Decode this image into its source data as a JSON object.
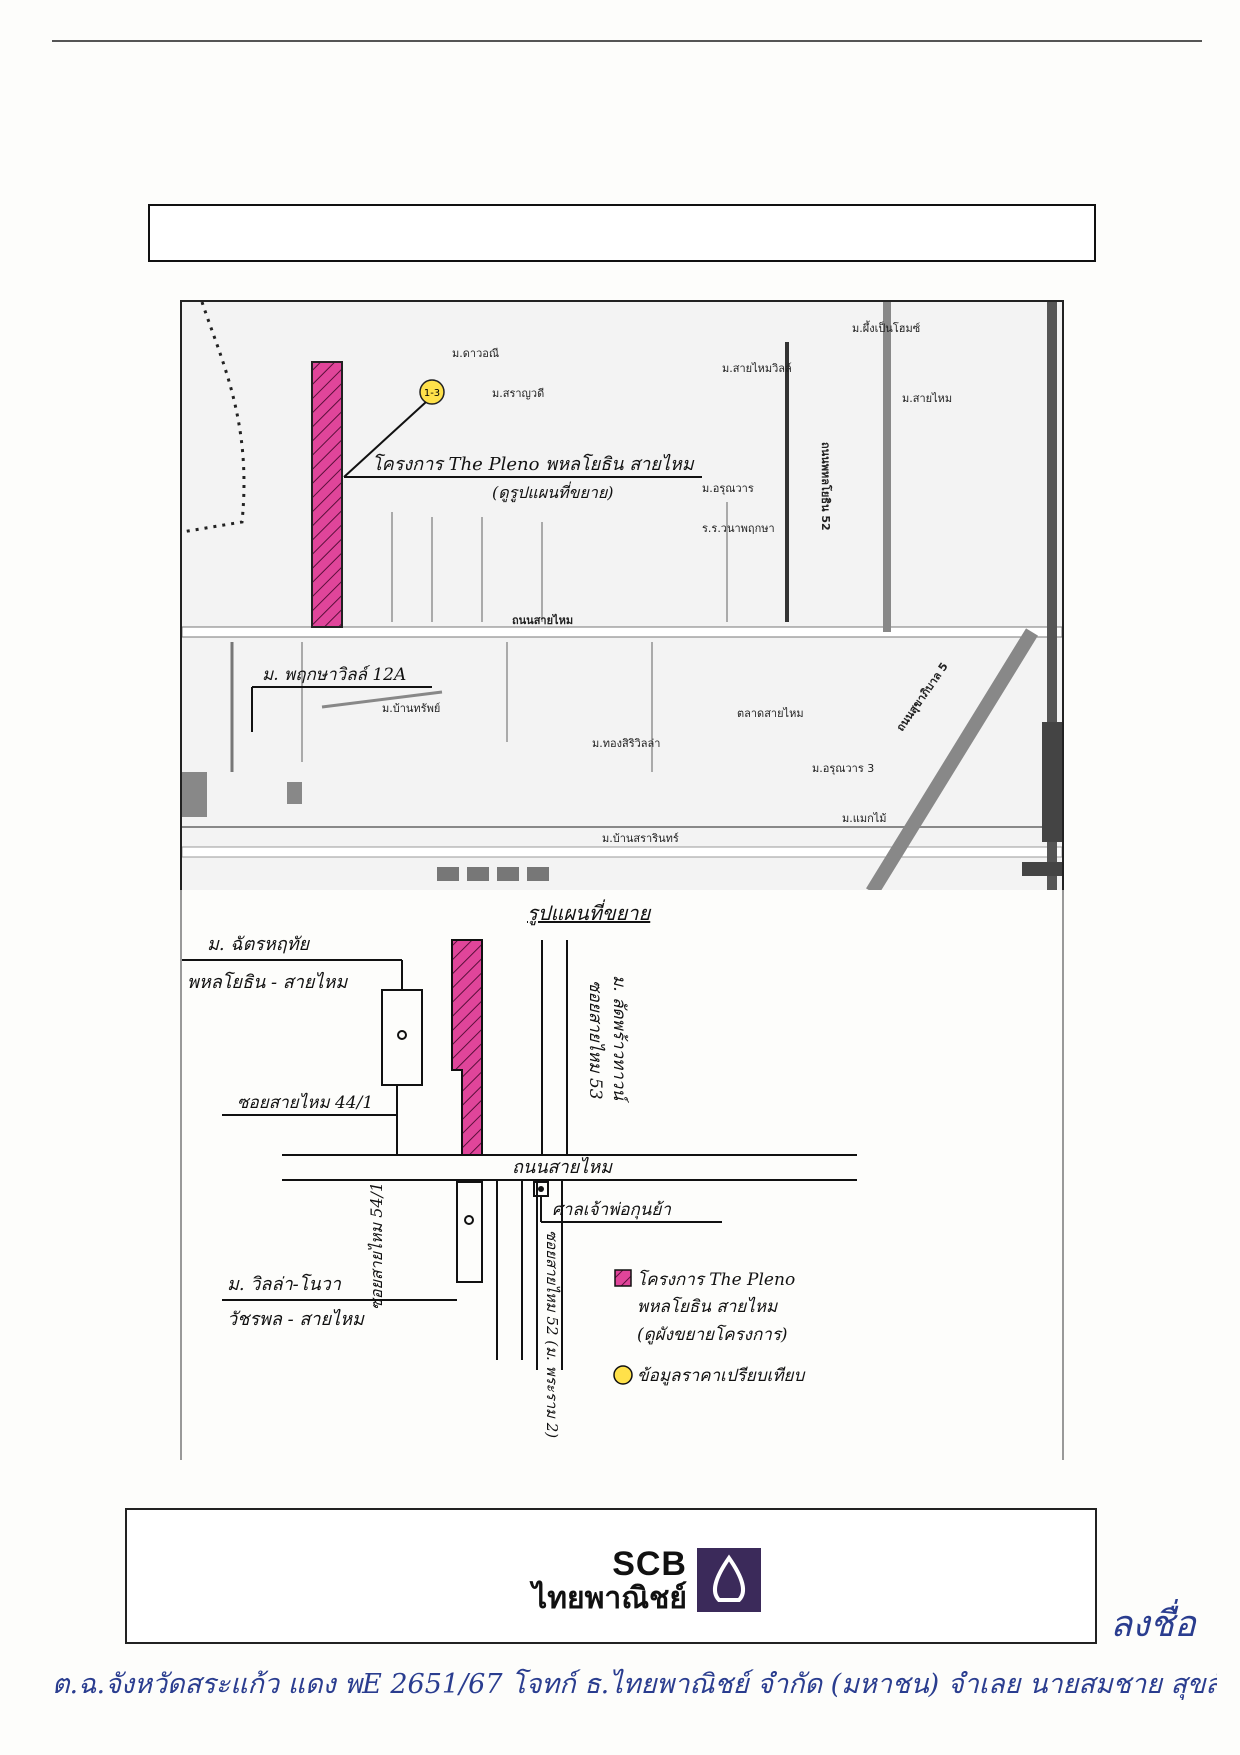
{
  "map": {
    "callout_title": "โครงการ The Pleno พหลโยธิน สายไหม",
    "callout_sub": "(ดูรูปแผนที่ขยาย)",
    "comparable_marker": "1-3",
    "road_main": "ถนนสายไหม",
    "road_right": "ถนนพหลโยธิน 52",
    "road_diag": "ถนนสุขาภิบาล 5",
    "lower_soi": "ม. พฤกษาวิลล์ 12A",
    "places": [
      "ม.ดาวอณี",
      "ม.สราญวดี",
      "ม.สายไหมวิลล์",
      "ม.ผึ้งเป็นโฮมซ์",
      "ม.สายไหม",
      "ม.อรุณวาร",
      "ร.ร.วนาพฤกษา",
      "ม.บ้านทรัพย์",
      "ม.ทองสิริวิลล่า",
      "ตลาดสายไหม",
      "ม.อรุณวาร 3",
      "ม.แมกไม้",
      "ม.บ้านสรารินทร์"
    ]
  },
  "sketch": {
    "title": "รูปแผนที่ขยาย",
    "top_village_1": "ม. ฉัตรหฤทัย",
    "top_village_2": "พหลโยธิน - สายไหม",
    "left_soi": "ซอยสายไหม 44/1",
    "main_road": "ถนนสายไหม",
    "right_soi_1": "ซอยสายไหม 53",
    "right_soi_2": "ม. ลัดพร้าวทาวน์",
    "shrine": "ศาลเจ้าพ่อกุนย้า",
    "bottom_soi": "ซอยสายไหม 54/1",
    "bottom_village_1": "ม. วิลล่า-โนวา",
    "bottom_village_2": "วัชรพล - สายไหม",
    "bottom_right_soi": "ซอยสายไหม 52 (ม. พระราม 2)",
    "legend_project_1": "โครงการ The Pleno",
    "legend_project_2": "พหลโยธิน สายไหม",
    "legend_project_3": "(ดูผังขยายโครงการ)",
    "legend_compare": "ข้อมูลราคาเปรียบเทียบ"
  },
  "footer": {
    "logo_line1": "SCB",
    "logo_line2": "ไทยพาณิชย์"
  },
  "signature": "ลงชื่อ",
  "handwritten_note": "ต.ฉ.จังหวัดสระแก้ว แดง พE 2651/67 โจทก์ ธ.ไทยพาณิชย์ จำกัด (มหาชน) จำเลย นายสมชาย สุขสันต์"
}
